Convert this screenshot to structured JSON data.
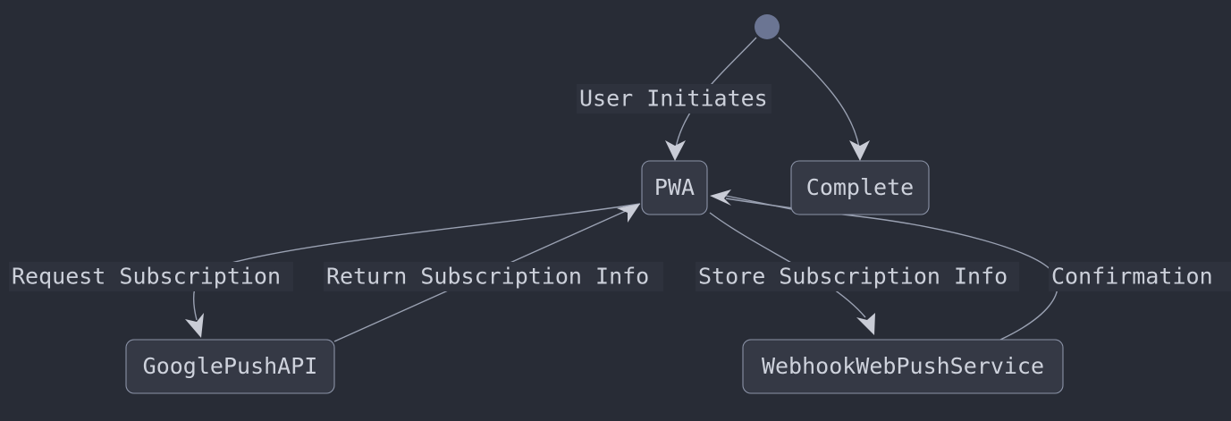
{
  "diagram": {
    "type": "flowchart",
    "theme": "dark",
    "background_color": "#282c36",
    "node_fill_color": "#353945",
    "node_border_color": "#8b93a7",
    "edge_color": "#9aa1b2",
    "text_color": "#ced2dc",
    "start_node_color": "#6b7593",
    "nodes": [
      {
        "id": "start",
        "shape": "circle",
        "label": ""
      },
      {
        "id": "pwa",
        "shape": "rounded-rect",
        "label": "PWA"
      },
      {
        "id": "complete",
        "shape": "rounded-rect",
        "label": "Complete"
      },
      {
        "id": "googlepushapi",
        "shape": "rounded-rect",
        "label": "GooglePushAPI"
      },
      {
        "id": "webhookwebpushservice",
        "shape": "rounded-rect",
        "label": "WebhookWebPushService"
      }
    ],
    "edges": [
      {
        "id": "e1",
        "from": "start",
        "to": "pwa",
        "label": "User Initiates"
      },
      {
        "id": "e2",
        "from": "start",
        "to": "complete",
        "label": ""
      },
      {
        "id": "e3",
        "from": "pwa",
        "to": "googlepushapi",
        "label": "Request Subscription"
      },
      {
        "id": "e4",
        "from": "googlepushapi",
        "to": "pwa",
        "label": "Return Subscription Info"
      },
      {
        "id": "e5",
        "from": "pwa",
        "to": "webhookwebpushservice",
        "label": "Store Subscription Info"
      },
      {
        "id": "e6",
        "from": "webhookwebpushservice",
        "to": "pwa",
        "label": "Confirmation"
      },
      {
        "id": "e7",
        "from": "complete",
        "to": "pwa",
        "label": ""
      }
    ]
  }
}
